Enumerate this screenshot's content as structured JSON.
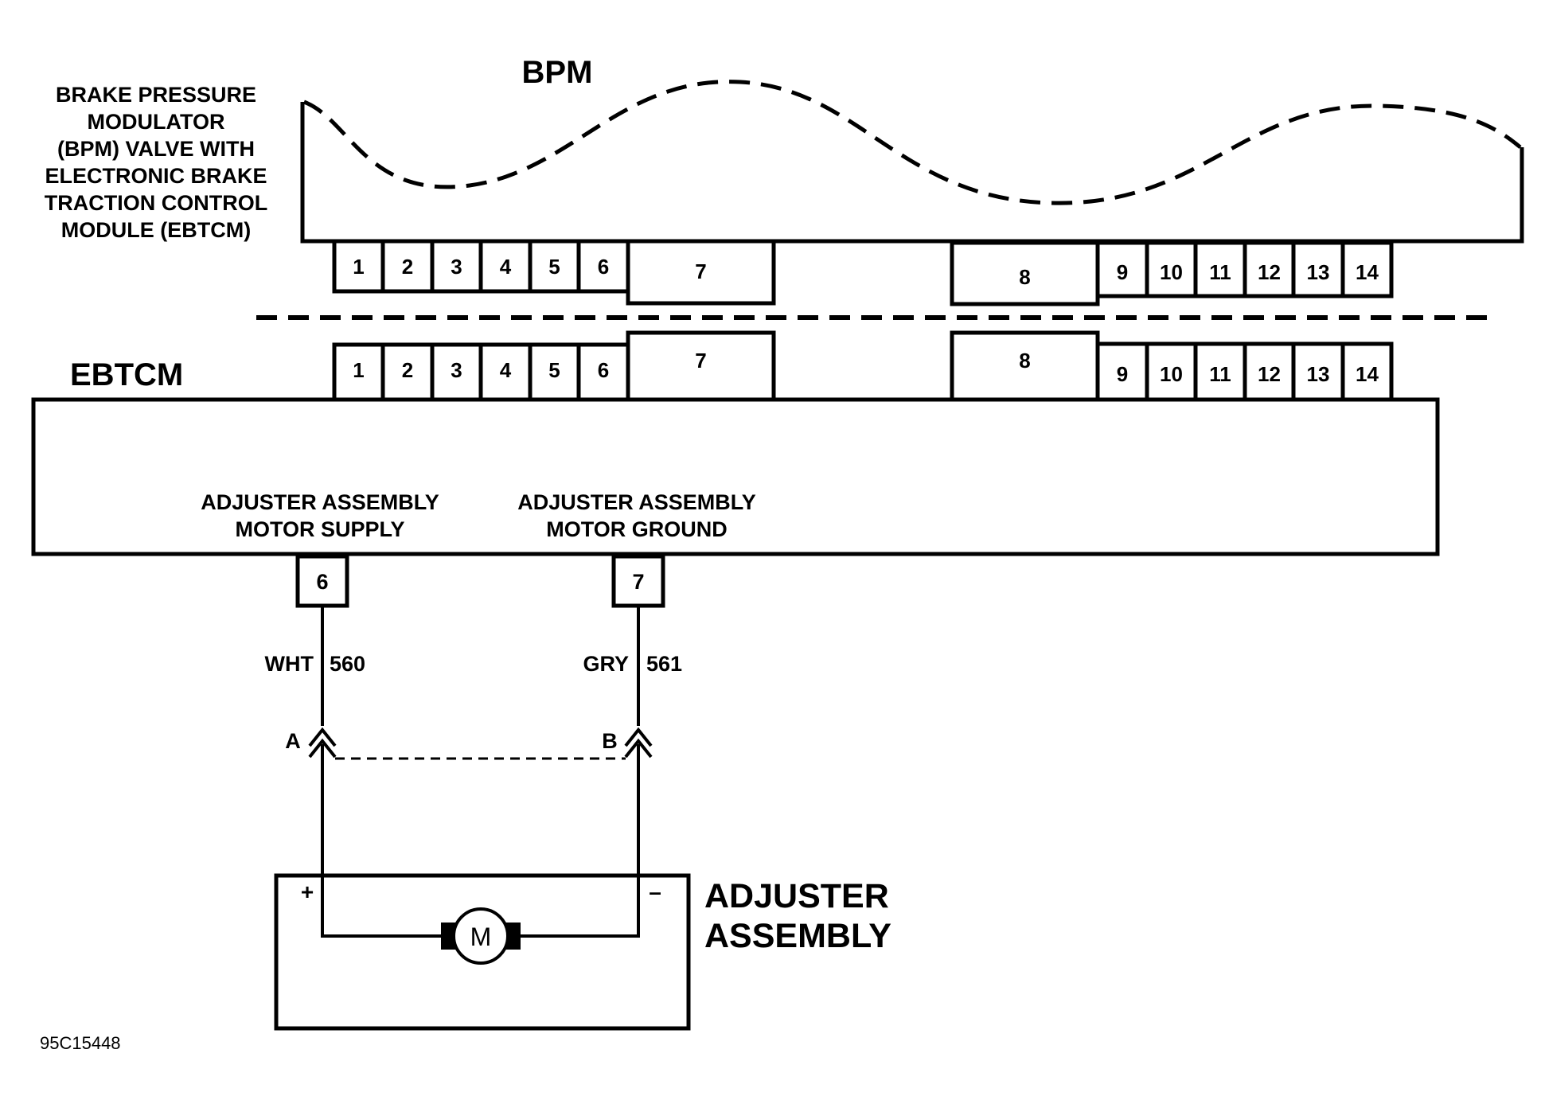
{
  "bpm": {
    "title": "BPM",
    "description_lines": [
      "BRAKE PRESSURE",
      "MODULATOR",
      "(BPM) VALVE WITH",
      "ELECTRONIC BRAKE",
      "TRACTION CONTROL",
      "MODULE (EBTCM)"
    ],
    "pins": [
      "1",
      "2",
      "3",
      "4",
      "5",
      "6",
      "7",
      "8",
      "9",
      "10",
      "11",
      "12",
      "13",
      "14"
    ]
  },
  "ebtcm": {
    "title": "EBTCM",
    "pins": [
      "1",
      "2",
      "3",
      "4",
      "5",
      "6",
      "7",
      "8",
      "9",
      "10",
      "11",
      "12",
      "13",
      "14"
    ],
    "supply_label_lines": [
      "ADJUSTER ASSEMBLY",
      "MOTOR SUPPLY"
    ],
    "ground_label_lines": [
      "ADJUSTER ASSEMBLY",
      "MOTOR GROUND"
    ],
    "supply_pin": "6",
    "ground_pin": "7"
  },
  "wires": {
    "supply": {
      "color": "WHT",
      "circuit": "560",
      "connector": "A"
    },
    "ground": {
      "color": "GRY",
      "circuit": "561",
      "connector": "B"
    }
  },
  "adjuster": {
    "title_lines": [
      "ADJUSTER",
      "ASSEMBLY"
    ],
    "plus": "+",
    "minus": "–",
    "motor_symbol": "M"
  },
  "figure_id": "95C15448"
}
